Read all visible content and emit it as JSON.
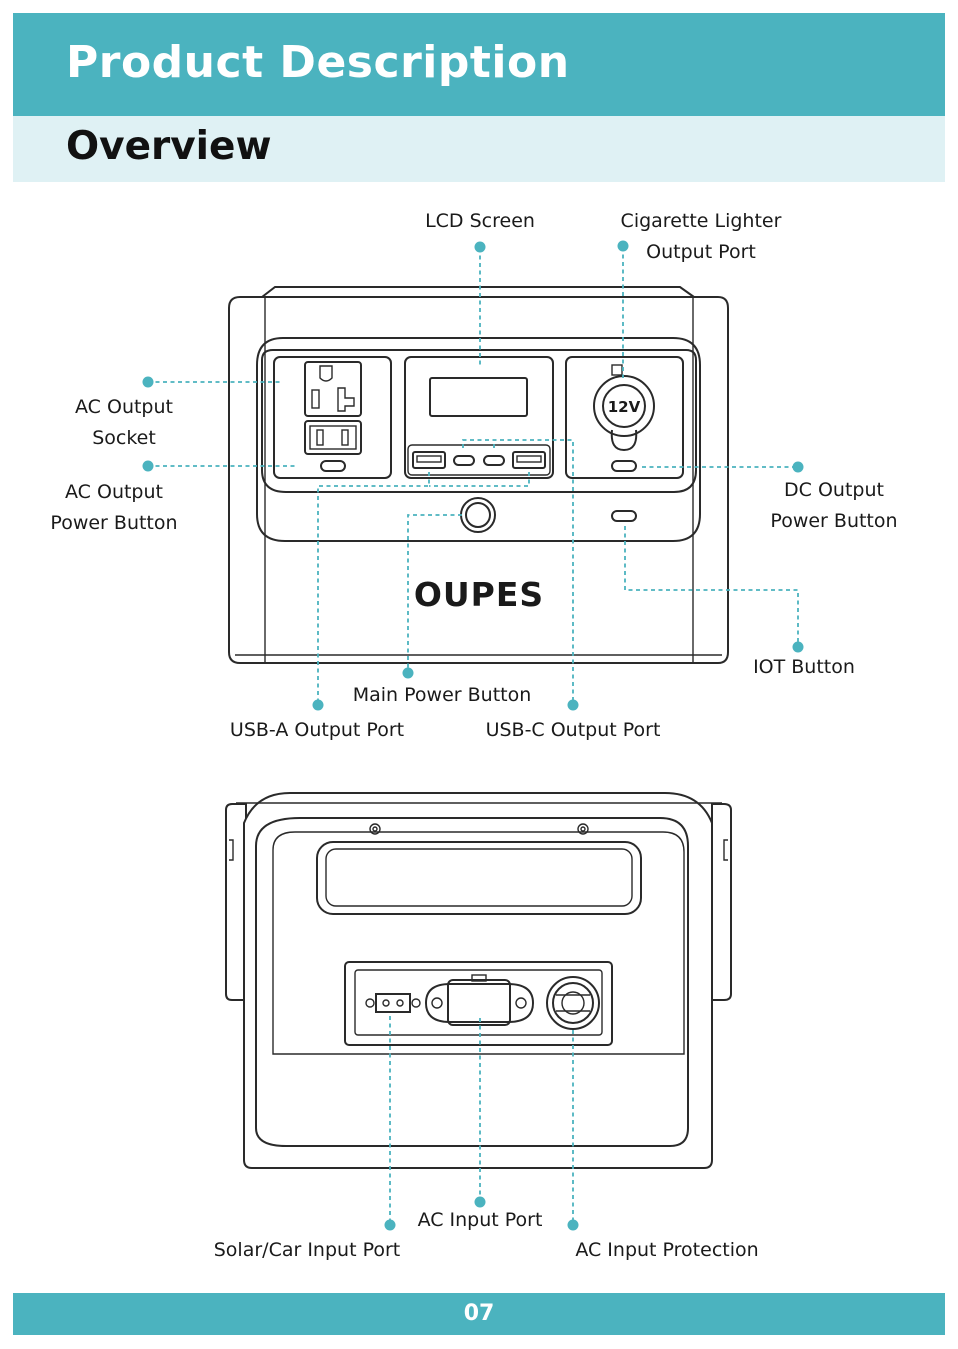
{
  "header": {
    "title": "Product Description"
  },
  "section": {
    "title": "Overview"
  },
  "front_labels": {
    "lcd_screen": "LCD Screen",
    "cigarette_lighter_line1": "Cigarette Lighter",
    "cigarette_lighter_line2": "Output Port",
    "ac_output_socket_line1": "AC Output",
    "ac_output_socket_line2": "Socket",
    "ac_output_power_button_line1": "AC Output",
    "ac_output_power_button_line2": "Power Button",
    "dc_output_power_button_line1": "DC Output",
    "dc_output_power_button_line2": "Power Button",
    "iot_button": "IOT Button",
    "main_power_button": "Main Power Button",
    "usb_a_output_port": "USB-A Output Port",
    "usb_c_output_port": "USB-C Output Port"
  },
  "device": {
    "brand": "OUPES",
    "dc_voltage": "12V"
  },
  "back_labels": {
    "ac_input_port": "AC Input Port",
    "solar_car_input_port": "Solar/Car Input Port",
    "ac_input_protection": "AC Input Protection"
  },
  "footer": {
    "page_number": "07"
  },
  "colors": {
    "accent": "#4bb3bf",
    "accent_light": "#dff1f4",
    "line": "#2a2a2a"
  }
}
